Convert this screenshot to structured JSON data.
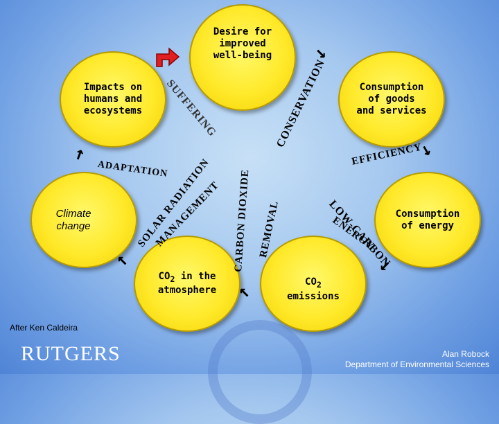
{
  "nodes": {
    "wellbeing": "Desire for\nimproved\nwell-being",
    "consumption_goods": "Consumption\nof goods\nand services",
    "consumption_energy": "Consumption\nof energy",
    "co2_emissions": "CO",
    "co2_emissions_sub": "2",
    "co2_emissions_tail": "emissions",
    "co2_atmosphere": "CO",
    "co2_atmosphere_sub": "2",
    "co2_atmosphere_tail": " in the\natmosphere",
    "climate_change": "Climate\nchange",
    "impacts": "Impacts on\nhumans and\necosystems"
  },
  "interventions": {
    "suffering": "SUFFERING",
    "conservation": "CONSERVATION",
    "efficiency": "EFFICIENCY",
    "low_carbon_1": "LOW-CARBON",
    "low_carbon_2": "ENERGY",
    "co2_removal_1": "CARBON DIOXIDE",
    "co2_removal_2": "REMOVAL",
    "srm_1": "SOLAR RADIATION",
    "srm_2": "MANAGEMENT",
    "adaptation": "ADAPTATION"
  },
  "footer": {
    "attribution": "After Ken Caldeira",
    "logo": "RUTGERS",
    "credit_name": "Alan Robock",
    "credit_dept": "Department of Environmental Sciences"
  },
  "colors": {
    "circle_fill": "#ffe92a",
    "suffering_arrow": "#e02020"
  }
}
